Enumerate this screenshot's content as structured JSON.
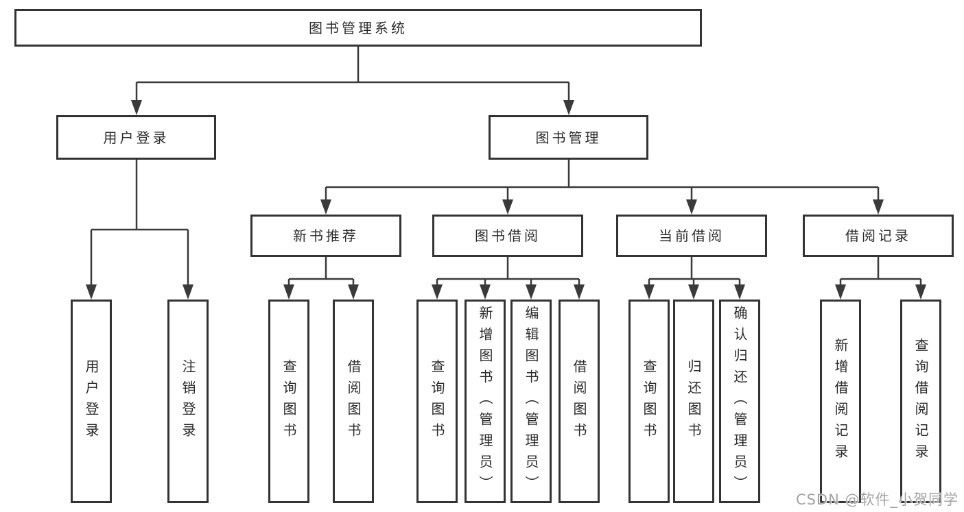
{
  "diagram": {
    "root": {
      "label": "图书管理系统"
    },
    "children": [
      {
        "label": "用户登录",
        "children": [
          {
            "label": "用户登录"
          },
          {
            "label": "注销登录"
          }
        ]
      },
      {
        "label": "图书管理",
        "children": [
          {
            "label": "新书推荐",
            "children": [
              {
                "label": "查询图书"
              },
              {
                "label": "借阅图书"
              }
            ]
          },
          {
            "label": "图书借阅",
            "children": [
              {
                "label": "查询图书"
              },
              {
                "label": "新增图书（管理员）"
              },
              {
                "label": "编辑图书（管理员）"
              },
              {
                "label": "借阅图书"
              }
            ]
          },
          {
            "label": "当前借阅",
            "children": [
              {
                "label": "查询图书"
              },
              {
                "label": "归还图书"
              },
              {
                "label": "确认归还（管理员）"
              }
            ]
          },
          {
            "label": "借阅记录",
            "children": [
              {
                "label": "新增借阅记录"
              },
              {
                "label": "查询借阅记录"
              }
            ]
          }
        ]
      }
    ]
  },
  "watermark": {
    "text": "CSDN @软件_小贺同学"
  },
  "colors": {
    "line": "#3a3a3a",
    "box_border": "#333333",
    "text": "#2b2b2b",
    "background": "#ffffff",
    "watermark": "#a3a3a3"
  }
}
